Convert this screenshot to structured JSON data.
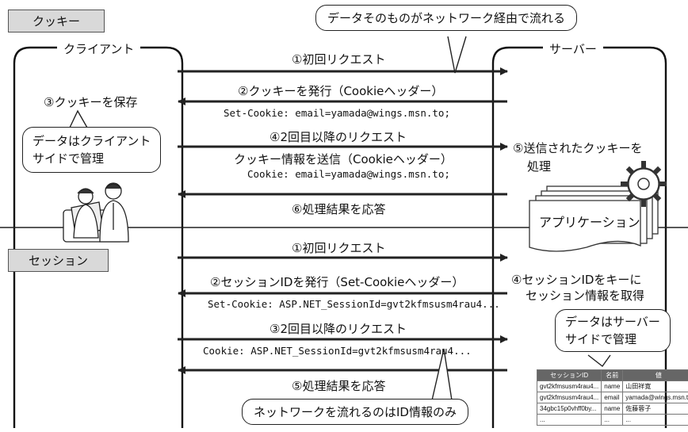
{
  "sections": {
    "cookie": "クッキー",
    "session": "セッション"
  },
  "columns": {
    "client": "クライアント",
    "server": "サーバー"
  },
  "cookie_flow": {
    "step1": "①初回リクエスト",
    "step2": "②クッキーを発行（Cookieヘッダー）",
    "step2_header": "Set-Cookie: email=yamada@wings.msn.to;",
    "step3": "③クッキーを保存",
    "step4": "④2回目以降のリクエスト",
    "step4_sub": "クッキー情報を送信（Cookieヘッダー）",
    "step4_header": "Cookie: email=yamada@wings.msn.to;",
    "step5_line1": "⑤送信されたクッキーを",
    "step5_line2": "処理",
    "step6": "⑥処理結果を応答"
  },
  "session_flow": {
    "step1": "①初回リクエスト",
    "step2": "②セッションIDを発行（Set-Cookieヘッダー）",
    "step2_header": "Set-Cookie: ASP.NET_SessionId=gvt2kfmsusm4rau4...",
    "step3": "③2回目以降のリクエスト",
    "step3_header": "Cookie: ASP.NET_SessionId=gvt2kfmsusm4rau4...",
    "step4_line1": "④セッションIDをキーに",
    "step4_line2": "セッション情報を取得",
    "step5": "⑤処理結果を応答"
  },
  "bubbles": {
    "network_data": "データそのものがネットワーク経由で流れる",
    "client_line1": "データはクライアント",
    "client_line2": "サイドで管理",
    "server_line1": "データはサーバー",
    "server_line2": "サイドで管理",
    "network_id": "ネットワークを流れるのはID情報のみ"
  },
  "application_label": "アプリケーション",
  "session_table": {
    "headers": [
      "セッションID",
      "名前",
      "値"
    ],
    "rows": [
      [
        "gvt2kfmsusm4rau4...",
        "name",
        "山田祥寛"
      ],
      [
        "gvt2kfmsusm4rau4...",
        "email",
        "yamada@wings.msn.to"
      ],
      [
        "34gbc15p0vhff0by...",
        "name",
        "佐藤蓉子"
      ],
      [
        "...",
        "...",
        "..."
      ]
    ]
  }
}
